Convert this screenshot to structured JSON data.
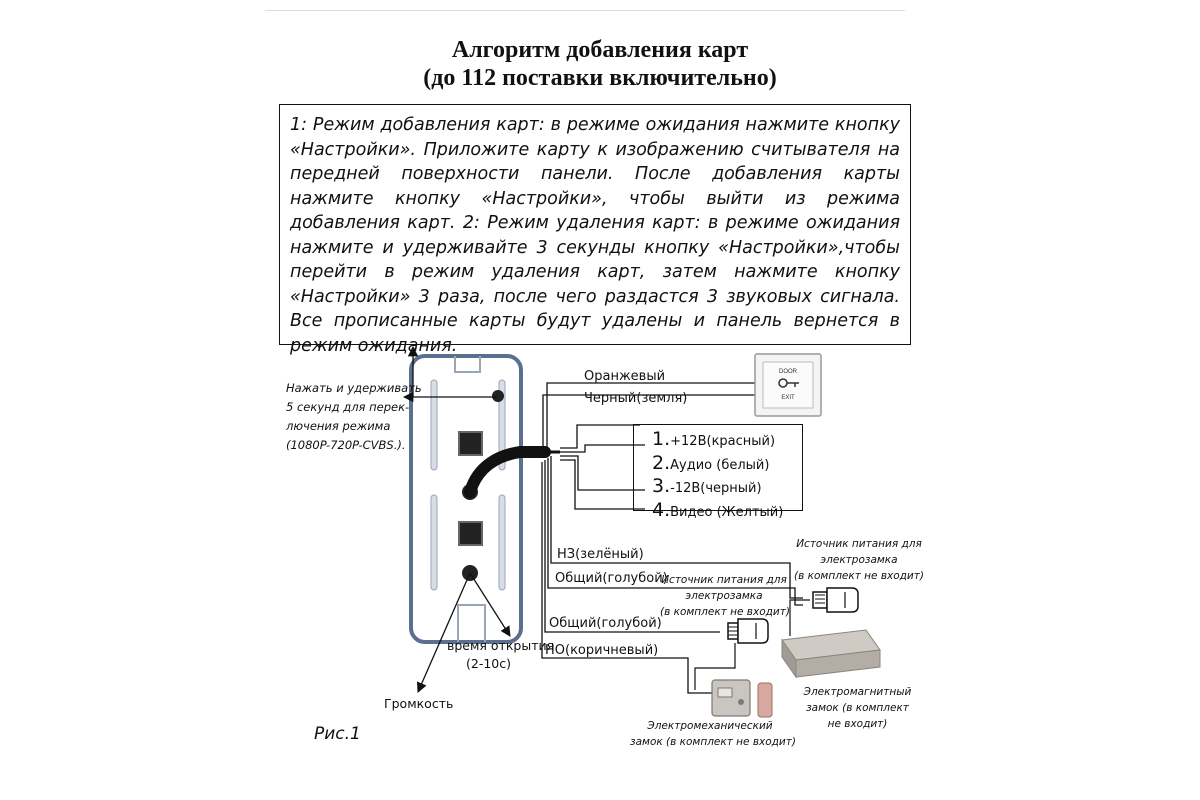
{
  "title": {
    "line1": "Алгоритм добавления карт",
    "line2": "(до 112 поставки включительно)"
  },
  "instructions": {
    "text": "1: Режим добавления карт: в режиме ожидания нажмите кнопку «Настройки». Приложите карту к изображению считывателя на передней поверхности панели. После добавления карты нажмите кнопку «Настройки», чтобы выйти из режима добавления карт. 2: Режим удаления карт: в режиме ожидания нажмите и удерживайте 3 секунды кнопку «Настройки»,чтобы перейти в режим удаления карт, затем нажмите кнопку «Настройки» 3 раза, после чего раздастся 3 звуковых сигнала. Все прописанные карты будут удалены и панель вернется в режим ожидания."
  },
  "side_note": {
    "lines": [
      "Нажать и удерживать",
      "5 секунд для перек-",
      "лючения режима",
      "(1080P-720P-CVBS.)."
    ]
  },
  "wires": {
    "orange": "Оранжевый",
    "black_ground": "Черный(земля)",
    "nc_green": "НЗ(зелёный)",
    "common_blue_1": "Общий(голубой)",
    "common_blue_2": "Общий(голубой)",
    "no_brown": "НО(коричневый)"
  },
  "legend": {
    "items": [
      {
        "num": "1.",
        "label": "+12В(красный)"
      },
      {
        "num": "2.",
        "label": "Аудио (белый)"
      },
      {
        "num": "3.",
        "label": "-12В(черный)"
      },
      {
        "num": "4.",
        "label": "Видео (Желтый)"
      }
    ]
  },
  "exit_button": {
    "top_text": "DOOR",
    "bottom_text": "EXIT"
  },
  "power_supply_1": {
    "lines": [
      "Источник питания для",
      "электрозамка",
      "(в комплект не входит)"
    ]
  },
  "power_supply_2": {
    "lines": [
      "Источник питания для",
      "электрозамка",
      "(в комплект не входит)"
    ]
  },
  "magnetic_lock": {
    "lines": [
      "Электромагнитный",
      "замок (в комплект",
      "не входит)"
    ]
  },
  "mech_lock": {
    "lines": [
      "Электромеханический",
      "замок (в комплект не входит)"
    ]
  },
  "open_time": {
    "line1": "время открытия",
    "line2": "(2-10с)"
  },
  "volume": "Громкость",
  "figure_label": "Рис.1",
  "colors": {
    "panel_outline": "#5b6f8f",
    "line": "#111111"
  }
}
